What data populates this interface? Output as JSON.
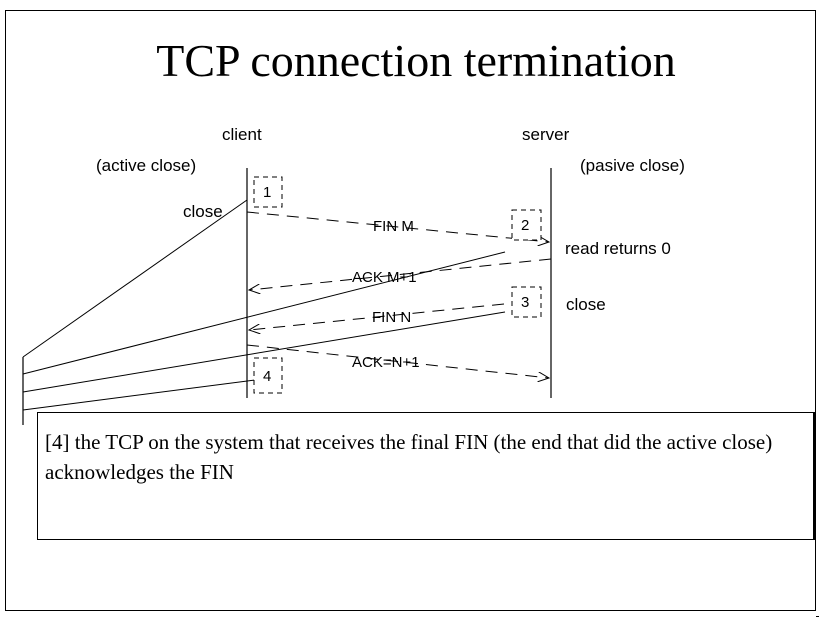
{
  "slide": {
    "title": "TCP connection termination"
  },
  "endpoints": {
    "client": {
      "label": "client",
      "role": "(active close)"
    },
    "server": {
      "label": "server",
      "role": "(pasive close)"
    }
  },
  "events": {
    "client_close": "close",
    "server_read": "read returns 0",
    "server_close": "close"
  },
  "messages": [
    {
      "label": "FIN M",
      "direction": "client-to-server"
    },
    {
      "label": "ACK M+1",
      "direction": "server-to-client"
    },
    {
      "label": "FIN N",
      "direction": "server-to-client"
    },
    {
      "label": "ACK=N+1",
      "direction": "client-to-server"
    }
  ],
  "steps": [
    "1",
    "2",
    "3",
    "4"
  ],
  "note": {
    "text": "[4] the TCP on the system that receives the final FIN (the end that did the active close) acknowledges the FIN"
  }
}
